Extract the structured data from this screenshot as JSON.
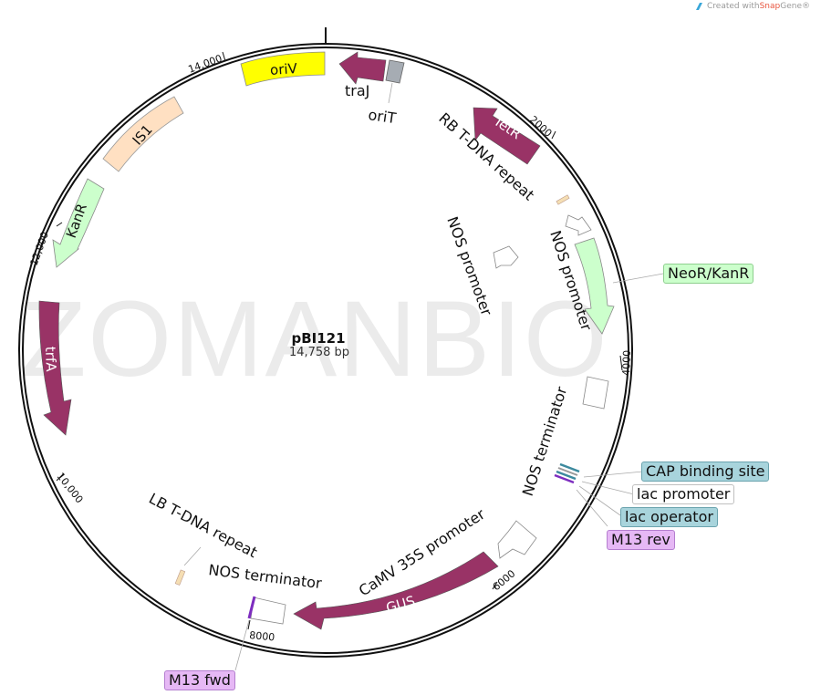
{
  "header": {
    "credit_prefix": "Created with ",
    "credit_brand": "Snap",
    "credit_suffix": "Gene®",
    "logo_icon": "snapgene-logo-icon"
  },
  "watermark": "ZOMANBIO",
  "plasmid": {
    "name": "pBI121",
    "length_label": "14,758 bp",
    "length_bp": 14758
  },
  "ticks": [
    {
      "label": "2000",
      "position": 2000
    },
    {
      "label": "4000",
      "position": 4000
    },
    {
      "label": "6000",
      "position": 6000
    },
    {
      "label": "8000",
      "position": 8000
    },
    {
      "label": "10,000",
      "position": 10000
    },
    {
      "label": "12,000",
      "position": 12000
    },
    {
      "label": "14,000",
      "position": 14000
    }
  ],
  "features": [
    {
      "name": "oriV",
      "type": "rep_origin",
      "color": "#ffff00",
      "label_inside": "oriV"
    },
    {
      "name": "traJ",
      "type": "CDS",
      "color": "#993366",
      "direction": "reverse"
    },
    {
      "name": "oriT",
      "type": "origin",
      "color": "#a6acb3"
    },
    {
      "name": "TetR",
      "type": "CDS",
      "color": "#993366",
      "direction": "reverse",
      "label_inside": "TetR"
    },
    {
      "name": "RB T-DNA repeat",
      "type": "repeat",
      "color": "#f5deb3"
    },
    {
      "name": "NOS promoter",
      "type": "promoter",
      "color": "#ffffff",
      "direction": "forward",
      "instance": 1
    },
    {
      "name": "NOS promoter",
      "type": "promoter",
      "color": "#ffffff",
      "direction": "forward",
      "instance": 2
    },
    {
      "name": "NeoR/KanR",
      "type": "CDS",
      "color": "#ccffcc",
      "direction": "forward"
    },
    {
      "name": "NOS terminator",
      "type": "terminator",
      "color": "#ffffff",
      "instance": 1
    },
    {
      "name": "CAP binding site",
      "type": "protein_bind",
      "color": "#3d8a9e"
    },
    {
      "name": "lac promoter",
      "type": "promoter",
      "color": "#ffffff"
    },
    {
      "name": "lac operator",
      "type": "protein_bind",
      "color": "#3d8a9e"
    },
    {
      "name": "M13 rev",
      "type": "primer",
      "color": "#7d2dbf"
    },
    {
      "name": "CaMV 35S promoter",
      "type": "promoter",
      "color": "#ffffff",
      "direction": "reverse"
    },
    {
      "name": "GUS",
      "type": "CDS",
      "color": "#993366",
      "direction": "reverse",
      "label_inside": "GUS"
    },
    {
      "name": "NOS terminator",
      "type": "terminator",
      "color": "#ffffff",
      "instance": 2
    },
    {
      "name": "M13 fwd",
      "type": "primer",
      "color": "#7d2dbf"
    },
    {
      "name": "LB T-DNA repeat",
      "type": "repeat",
      "color": "#f5deb3"
    },
    {
      "name": "trfA",
      "type": "CDS",
      "color": "#993366",
      "direction": "forward",
      "label_inside": "trfA"
    },
    {
      "name": "KanR",
      "type": "CDS",
      "color": "#ccffcc",
      "direction": "reverse",
      "label_inside": "KanR"
    },
    {
      "name": "IS1",
      "type": "mobile_element",
      "color": "#ffe0c2",
      "label_inside": "IS1"
    }
  ],
  "labels": {
    "traJ": "traJ",
    "oriT": "oriT",
    "rb_repeat": "RB T-DNA repeat",
    "nos_promoter_1": "NOS promoter",
    "nos_promoter_2": "NOS promoter",
    "nos_terminator_1": "NOS terminator",
    "camv": "CaMV 35S promoter",
    "lb_repeat": "LB T-DNA repeat",
    "nos_terminator_2": "NOS terminator"
  },
  "boxed_labels": {
    "neor": {
      "text": "NeoR/KanR",
      "bg": "#ccffcc",
      "border": "#8fcf8f"
    },
    "cap": {
      "text": "CAP binding site",
      "bg": "#a8d4dc",
      "border": "#6aa3ae"
    },
    "lac_promoter": {
      "text": "lac promoter",
      "bg": "#ffffff",
      "border": "#bfbfbf"
    },
    "lac_operator": {
      "text": "lac operator",
      "bg": "#a8d4dc",
      "border": "#6aa3ae"
    },
    "m13_rev": {
      "text": "M13 rev",
      "bg": "#e6b8f5",
      "border": "#b57fd0"
    },
    "m13_fwd": {
      "text": "M13 fwd",
      "bg": "#e6b8f5",
      "border": "#b57fd0"
    }
  },
  "colors": {
    "cds": "#993366",
    "backbone": "#111111",
    "green": "#ccffcc",
    "yellow": "#ffff00",
    "peach": "#ffe0c2"
  }
}
